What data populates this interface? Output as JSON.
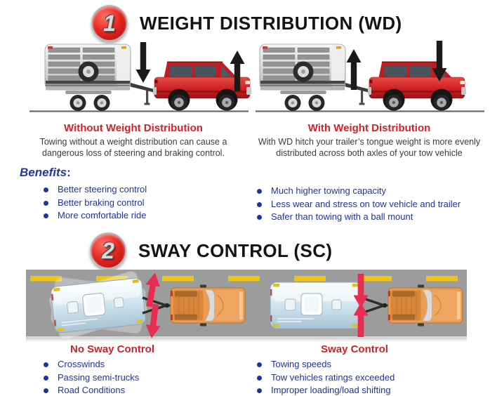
{
  "section1": {
    "badge": "1",
    "title": "WEIGHT DISTRIBUTION (WD)",
    "without": {
      "heading": "Without Weight Distribution",
      "description": "Towing without a weight distribution can cause a dangerous loss of steering and braking control."
    },
    "with": {
      "heading": "With Weight Distribution",
      "description": "With WD hitch your trailer’s tongue weight is more evenly distributed across both axles of your tow vehicle"
    }
  },
  "benefits": {
    "heading": "Benefits",
    "colon": ":",
    "left_items": [
      "Better steering control",
      "Better braking control",
      "More comfortable ride"
    ],
    "right_items": [
      "Much higher towing capacity",
      "Less wear and stress on tow vehicle and trailer",
      "Safer than towing with a ball mount"
    ]
  },
  "section2": {
    "badge": "2",
    "title": "SWAY CONTROL (SC)",
    "no_sway": {
      "heading": "No Sway Control",
      "items": [
        "Crosswinds",
        "Passing semi-trucks",
        "Road Conditions"
      ]
    },
    "sway": {
      "heading": "Sway Control",
      "items": [
        "Towing speeds",
        "Tow vehicles ratings exceeded",
        "Improper loading/load shifting"
      ]
    }
  },
  "colors": {
    "red_heading": "#d42127",
    "blue_text": "#20349b",
    "badge_red": "#e52620",
    "suv_red": "#cb2026",
    "road_gray": "#9c9c9c",
    "lane_yellow": "#f1c40f",
    "sway_arrow_red": "#e92d52",
    "truck_orange": "#eb9c55"
  }
}
